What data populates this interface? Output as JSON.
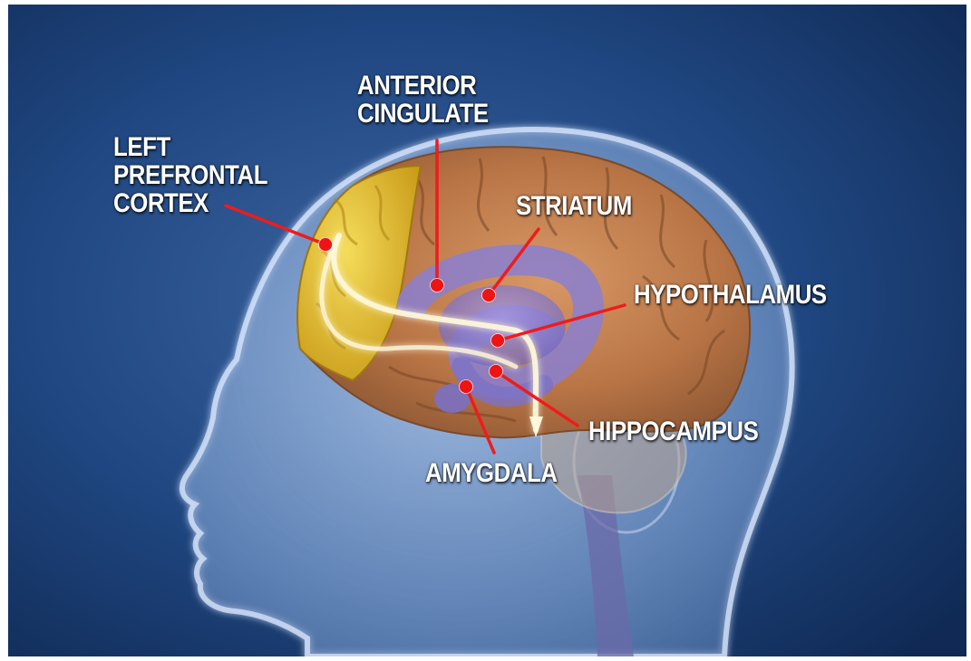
{
  "labels": {
    "left_prefrontal_cortex": [
      "LEFT",
      "PREFRONTAL",
      "CORTEX"
    ],
    "anterior_cingulate": [
      "ANTERIOR",
      "CINGULATE"
    ],
    "striatum": "STRIATUM",
    "hypothalamus": "HYPOTHALAMUS",
    "hippocampus": "HIPPOCAMPUS",
    "amygdala": "AMYGDALA"
  },
  "colors": {
    "background": "#1b3a68",
    "head": "#a9c4e8",
    "brain": "#c98a58",
    "prefrontal": "#e8c23a",
    "limbic": "#8a7fd0",
    "pointer": "#ee1c1c"
  }
}
